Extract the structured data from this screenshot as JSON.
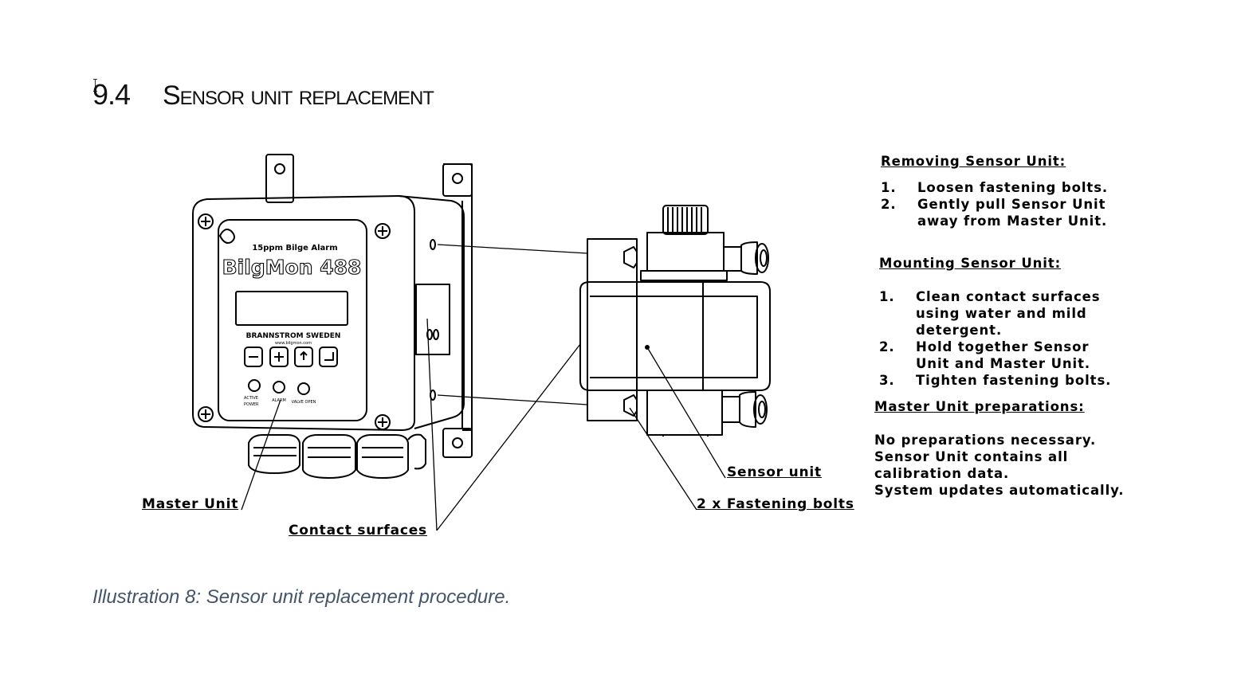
{
  "section": {
    "number": "9.4",
    "title": "Sensor unit replacement"
  },
  "figure": {
    "device_label_small": "15ppm Bilge Alarm",
    "device_label_large": "BilgMon 488",
    "device_brand": "BRANNSTROM SWEDEN",
    "device_url": "www.bilgmon.com",
    "led_labels": [
      "ALARM",
      "VALVE OPEN"
    ],
    "status_legend": [
      "ACTIVE",
      "POWER"
    ],
    "callouts": {
      "master_unit": "Master Unit",
      "contact_surfaces": "Contact surfaces",
      "sensor_unit": "Sensor unit",
      "fastening_bolts": "2 x Fastening bolts"
    }
  },
  "instructions": {
    "removing": {
      "heading": "Removing Sensor Unit:",
      "steps": [
        {
          "n": "1.",
          "text": "Loosen fastening bolts."
        },
        {
          "n": "2.",
          "text": "Gently pull Sensor Unit away from Master Unit."
        }
      ]
    },
    "mounting": {
      "heading": "Mounting Sensor Unit:",
      "steps": [
        {
          "n": "1.",
          "text": "Clean contact surfaces using water and mild detergent."
        },
        {
          "n": "2.",
          "text": "Hold together Sensor Unit and Master Unit."
        },
        {
          "n": "3.",
          "text": "Tighten fastening bolts."
        }
      ]
    },
    "master_prep": {
      "heading": "Master Unit preparations:",
      "lines": [
        "No preparations necessary.",
        "Sensor Unit contains all calibration data.",
        "System updates automatically."
      ]
    }
  },
  "caption": "Illustration 8: Sensor unit replacement procedure."
}
